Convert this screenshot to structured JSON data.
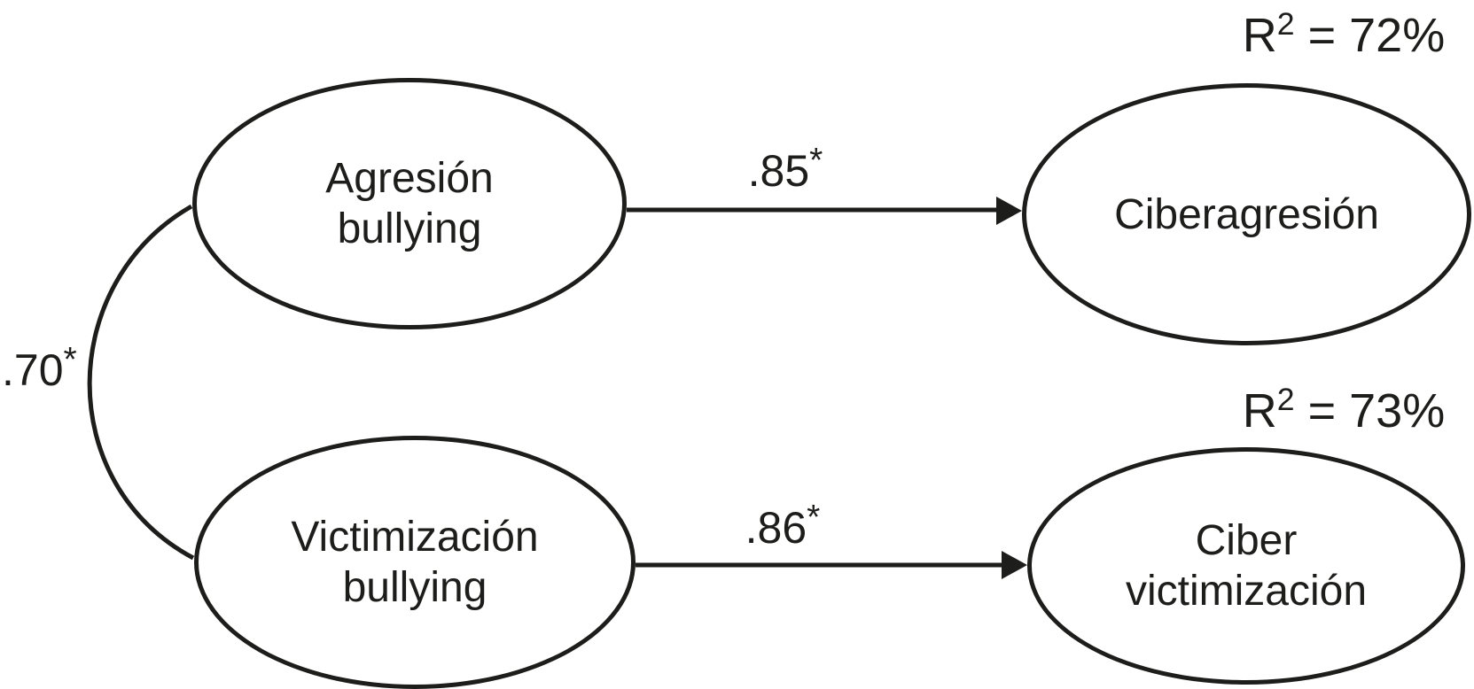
{
  "figure": {
    "type": "structural-equation-model-path-diagram",
    "background_color": "#ffffff",
    "ink_color": "#1d1d1b"
  },
  "nodes": {
    "agresion_bullying": {
      "line1": "Agresión",
      "line2": "bullying"
    },
    "victimizacion_bullying": {
      "line1": "Victimización",
      "line2": "bullying"
    },
    "ciberagresion": {
      "line1": "Ciberagresión"
    },
    "ciber_victimizacion": {
      "line1": "Ciber",
      "line2": "victimización"
    }
  },
  "r_squared": {
    "ciberagresion": {
      "base": "R",
      "sup": "2",
      "rest": " = 72%"
    },
    "ciber_victimizacion": {
      "base": "R",
      "sup": "2",
      "rest": " = 73%"
    }
  },
  "edges": {
    "agresion_to_ciberagresion": {
      "from": "Agresión bullying",
      "to": "Ciberagresión",
      "kind": "directed-path",
      "value": ".85",
      "sig": "*"
    },
    "victimizacion_to_cibervictimizacion": {
      "from": "Victimización bullying",
      "to": "Ciber victimización",
      "kind": "directed-path",
      "value": ".86",
      "sig": "*"
    },
    "agresion_with_victimizacion": {
      "from": "Agresión bullying",
      "to": "Victimización bullying",
      "kind": "covariance-curve",
      "value": ".70",
      "sig": "*"
    }
  }
}
